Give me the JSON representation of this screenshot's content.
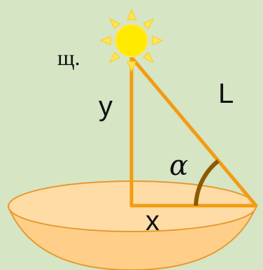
{
  "fragment_text": "щ.",
  "labels": {
    "y": "y",
    "L": "L",
    "x": "x",
    "alpha": "α"
  },
  "icons": [
    "sun-icon"
  ],
  "colors": {
    "background": "#d6e5c4",
    "lines": "#f39c12",
    "angle_arc": "#8b5a00",
    "sun": "#ffea00",
    "sun_rays": "#ffe45c",
    "bowl_fill": "#ffd79a",
    "bowl_stroke": "#e69a2e"
  }
}
